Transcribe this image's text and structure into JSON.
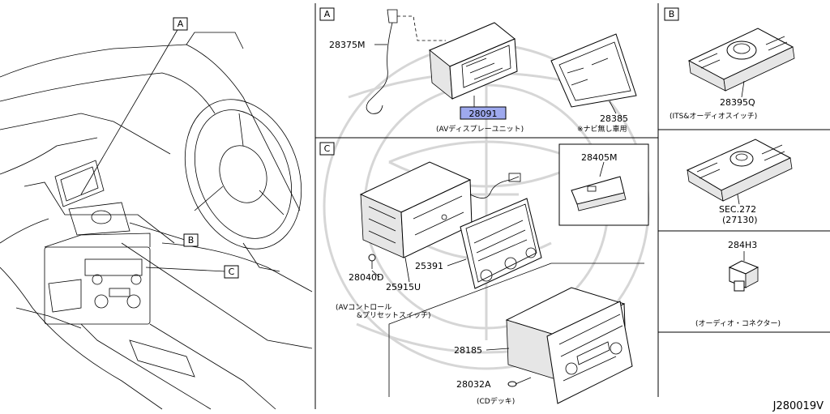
{
  "diagram_id": "J280019V",
  "callouts": {
    "a": "A",
    "b": "B",
    "c": "C"
  },
  "panel_a": {
    "tag": "A",
    "part_cable": "28375M",
    "part_display": "28091",
    "part_cover": "28385",
    "caption_display": "(AVディスプレーユニット)",
    "caption_cover": "※ナビ無し車用"
  },
  "panel_b": {
    "tag": "B",
    "part_switch": "28395Q",
    "caption_switch": "(ITS&オーディオスイッチ)",
    "sec_ref": "SEC.272",
    "sec_sub": "(27130)",
    "part_connector": "284H3",
    "caption_connector": "(オーディオ・コネクター)"
  },
  "panel_c": {
    "tag": "C",
    "part_bracket": "28405M",
    "part_screw": "28040D",
    "part_controller": "25391",
    "part_unit": "25915U",
    "caption_av": "(AVコントロール",
    "caption_av2": "&プリセットスイッチ)",
    "part_cd": "28185",
    "part_cd_screw": "28032A",
    "caption_cd": "(CDデッキ)"
  }
}
